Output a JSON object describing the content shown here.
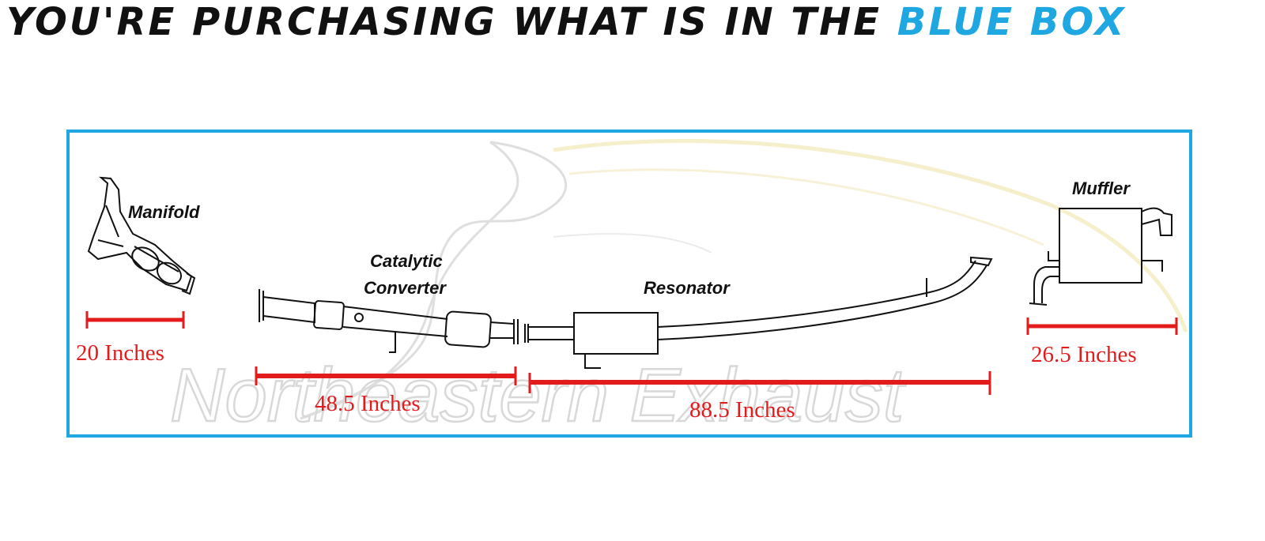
{
  "header": {
    "title_main": "YOU'RE PURCHASING WHAT IS IN THE ",
    "title_accent": "BLUE BOX"
  },
  "colors": {
    "accent_blue": "#1ea7e1",
    "dimension_red": "#e21c1c",
    "drawing_black": "#111111"
  },
  "watermark": {
    "text": "Northeastern Exhaust"
  },
  "parts": {
    "manifold": "Manifold",
    "catalytic_line1": "Catalytic",
    "catalytic_line2": "Converter",
    "resonator": "Resonator",
    "muffler": "Muffler"
  },
  "dimensions": {
    "manifold": "20 Inches",
    "catalytic": "48.5 Inches",
    "resonator": "88.5 Inches",
    "muffler": "26.5 Inches"
  }
}
